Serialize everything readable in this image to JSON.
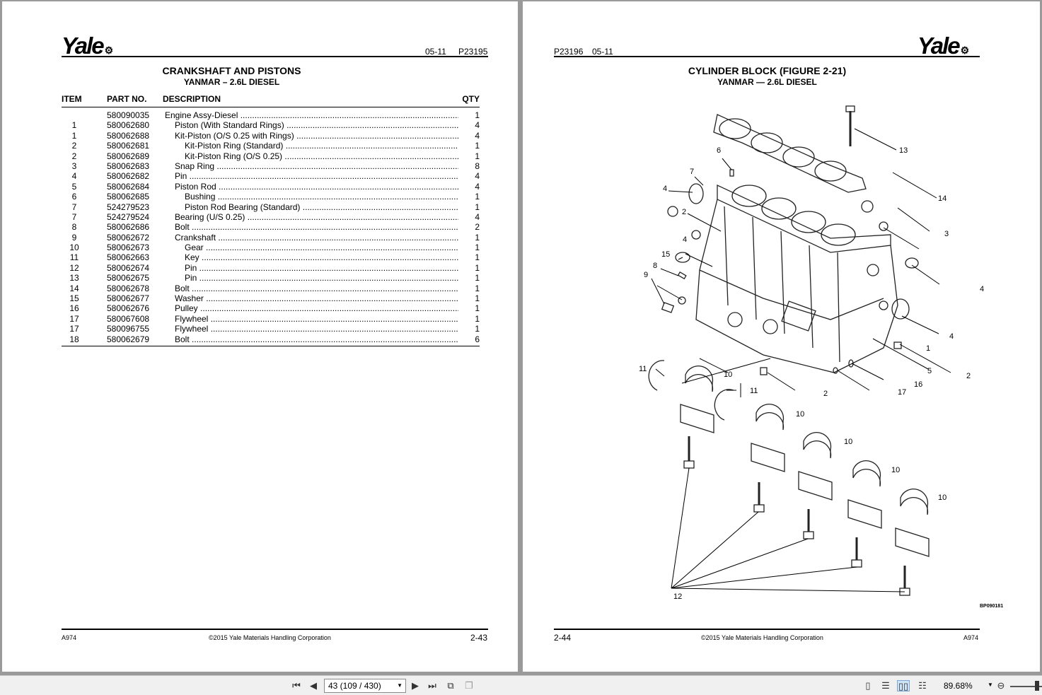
{
  "left_page": {
    "logo": "Yale",
    "header_date": "05-11",
    "header_code": "P23195",
    "title": "CRANKSHAFT AND PISTONS",
    "subtitle": "YANMAR – 2.6L DIESEL",
    "columns": [
      "ITEM",
      "PART NO.",
      "DESCRIPTION",
      "QTY"
    ],
    "rows": [
      {
        "item": "",
        "part": "580090035",
        "desc": "Engine Assy-Diesel",
        "qty": "1",
        "indent": 0
      },
      {
        "item": "1",
        "part": "580062680",
        "desc": "Piston (With Standard Rings)",
        "qty": "4",
        "indent": 1
      },
      {
        "item": "1",
        "part": "580062688",
        "desc": "Kit-Piston (O/S 0.25 with Rings)",
        "qty": "4",
        "indent": 1
      },
      {
        "item": "2",
        "part": "580062681",
        "desc": "Kit-Piston Ring (Standard)",
        "qty": "1",
        "indent": 2
      },
      {
        "item": "2",
        "part": "580062689",
        "desc": "Kit-Piston Ring (O/S 0.25)",
        "qty": "1",
        "indent": 2
      },
      {
        "item": "3",
        "part": "580062683",
        "desc": "Snap Ring",
        "qty": "8",
        "indent": 1
      },
      {
        "item": "4",
        "part": "580062682",
        "desc": "Pin",
        "qty": "4",
        "indent": 1
      },
      {
        "item": "5",
        "part": "580062684",
        "desc": "Piston Rod",
        "qty": "4",
        "indent": 1
      },
      {
        "item": "6",
        "part": "580062685",
        "desc": "Bushing",
        "qty": "1",
        "indent": 2
      },
      {
        "item": "7",
        "part": "524279523",
        "desc": "Piston Rod Bearing (Standard)",
        "qty": "1",
        "indent": 2
      },
      {
        "item": "7",
        "part": "524279524",
        "desc": "Bearing (U/S 0.25)",
        "qty": "4",
        "indent": 1
      },
      {
        "item": "8",
        "part": "580062686",
        "desc": "Bolt",
        "qty": "2",
        "indent": 1
      },
      {
        "item": "9",
        "part": "580062672",
        "desc": "Crankshaft",
        "qty": "1",
        "indent": 1
      },
      {
        "item": "10",
        "part": "580062673",
        "desc": "Gear",
        "qty": "1",
        "indent": 2
      },
      {
        "item": "11",
        "part": "580062663",
        "desc": "Key",
        "qty": "1",
        "indent": 2
      },
      {
        "item": "12",
        "part": "580062674",
        "desc": "Pin",
        "qty": "1",
        "indent": 2
      },
      {
        "item": "13",
        "part": "580062675",
        "desc": "Pin",
        "qty": "1",
        "indent": 2
      },
      {
        "item": "14",
        "part": "580062678",
        "desc": "Bolt",
        "qty": "1",
        "indent": 1
      },
      {
        "item": "15",
        "part": "580062677",
        "desc": "Washer",
        "qty": "1",
        "indent": 1
      },
      {
        "item": "16",
        "part": "580062676",
        "desc": "Pulley",
        "qty": "1",
        "indent": 1
      },
      {
        "item": "17",
        "part": "580067608",
        "desc": "Flywheel",
        "qty": "1",
        "indent": 1
      },
      {
        "item": "17",
        "part": "580096755",
        "desc": "Flywheel",
        "qty": "1",
        "indent": 1
      },
      {
        "item": "18",
        "part": "580062679",
        "desc": "Bolt",
        "qty": "6",
        "indent": 1
      }
    ],
    "footer_left": "A974",
    "footer_center": "©2015 Yale Materials Handling Corporation",
    "footer_page": "2-43"
  },
  "right_page": {
    "logo": "Yale",
    "header_code": "P23196",
    "header_date": "05-11",
    "title": "CYLINDER BLOCK (FIGURE 2-21)",
    "subtitle": "YANMAR — 2.6L DIESEL",
    "figure_ref": "BP090181",
    "callouts": [
      "13",
      "6",
      "7",
      "14",
      "4",
      "2",
      "3",
      "4",
      "4",
      "15",
      "8",
      "9",
      "4",
      "5",
      "1",
      "2",
      "11",
      "10",
      "11",
      "16",
      "17",
      "2",
      "10",
      "10",
      "10",
      "10",
      "12"
    ],
    "footer_page": "2-44",
    "footer_center": "©2015 Yale Materials Handling Corporation",
    "footer_right": "A974"
  },
  "toolbar": {
    "page_display": "43 (109 / 430)",
    "zoom": "89.68%",
    "zoom_level": 0.8968,
    "icons": [
      "first-page-icon",
      "prev-page-icon",
      "next-page-icon",
      "last-page-icon",
      "rotate-icon",
      "copy-icon",
      "single-page-icon",
      "continuous-icon",
      "facing-icon",
      "continuous-facing-icon",
      "zoom-out-icon"
    ]
  }
}
